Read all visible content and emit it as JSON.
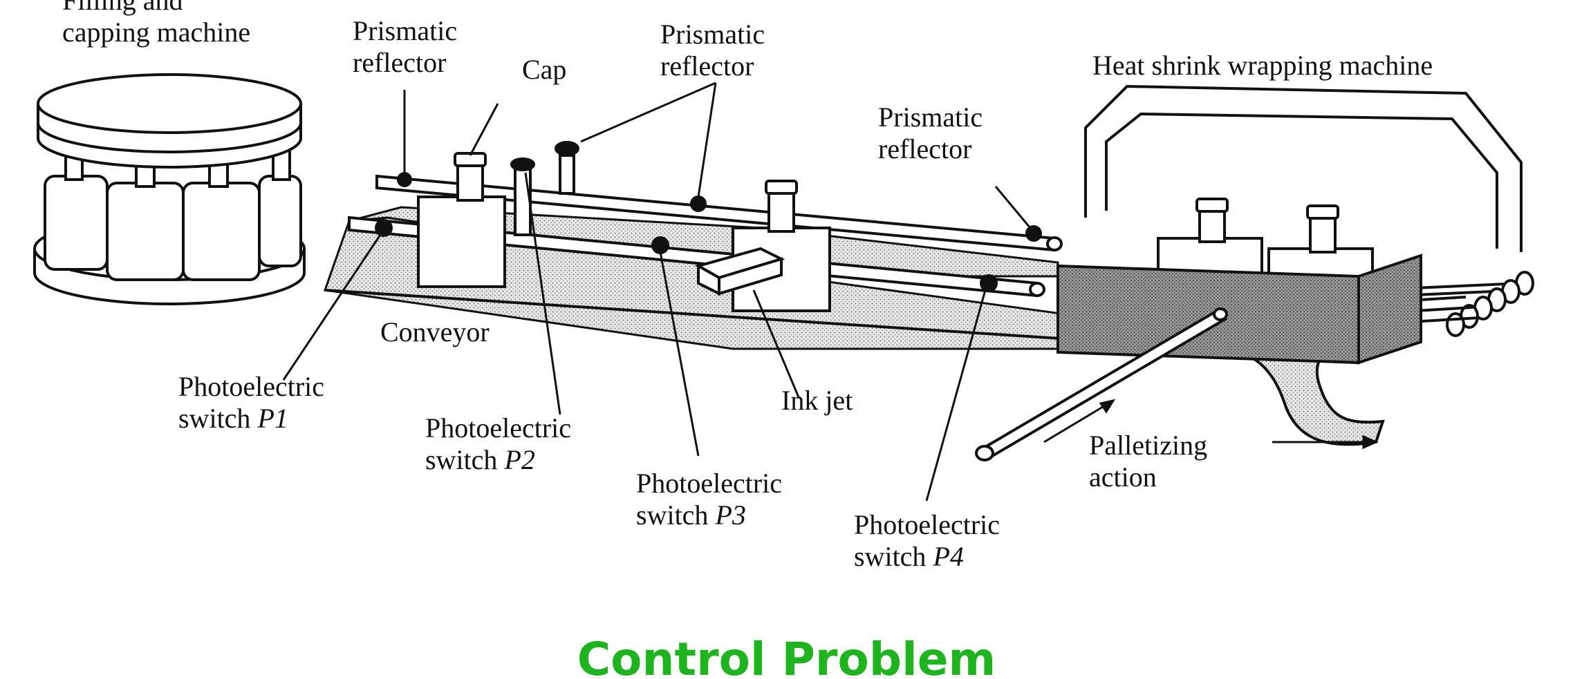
{
  "labels": {
    "filling": [
      "Filling and",
      "capping machine"
    ],
    "prismatic_1": [
      "Prismatic",
      "reflector"
    ],
    "cap": "Cap",
    "prismatic_2": [
      "Prismatic",
      "reflector"
    ],
    "prismatic_3": [
      "Prismatic",
      "reflector"
    ],
    "heat_shrink": "Heat shrink wrapping machine",
    "conveyor": "Conveyor",
    "p1": [
      "Photoelectric",
      "switch ",
      "P1"
    ],
    "p2": [
      "Photoelectric",
      "switch ",
      "P2"
    ],
    "p3": [
      "Photoelectric",
      "switch ",
      "P3"
    ],
    "p4": [
      "Photoelectric",
      "switch ",
      "P4"
    ],
    "ink_jet": "Ink jet",
    "palletizing": [
      "Palletizing",
      "action"
    ]
  },
  "footer": {
    "title": "Control Problem"
  },
  "colors": {
    "title": "#1db41d",
    "ink": "#111111"
  }
}
